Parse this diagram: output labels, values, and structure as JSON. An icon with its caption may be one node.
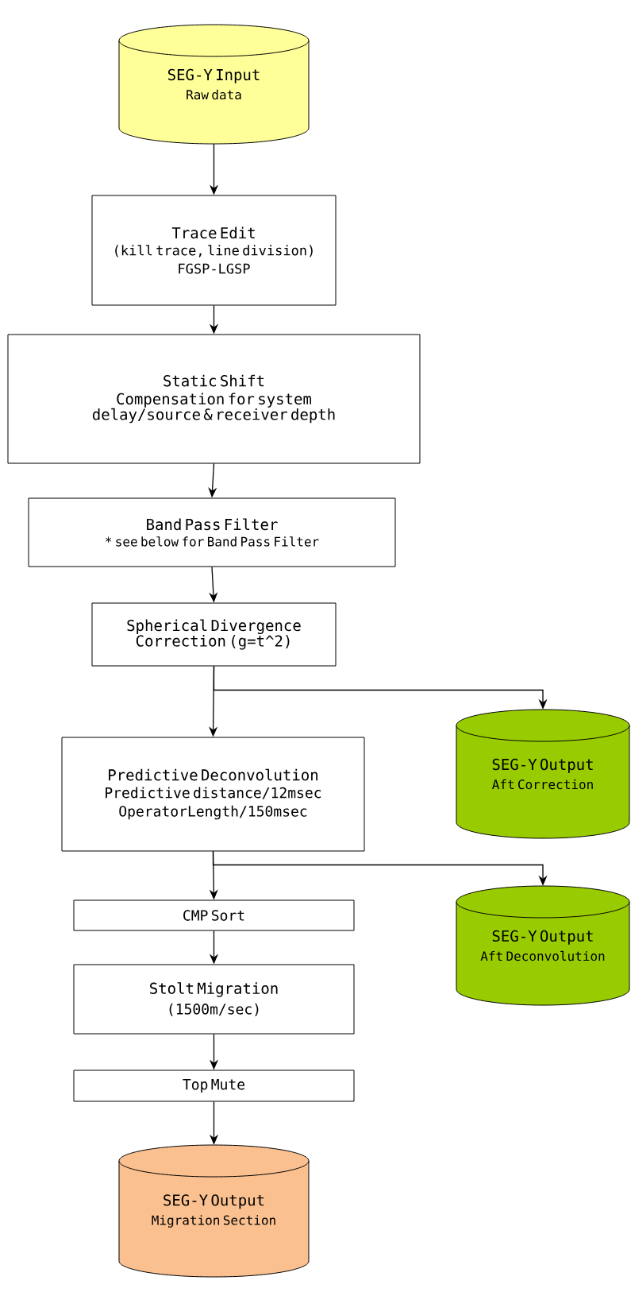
{
  "diagram": {
    "nodes": [
      {
        "text": [
          "SEG-Y Input",
          "Raw data"
        ]
      },
      {
        "text": [
          "Trace Edit",
          "(kill trace, line division)",
          "FGSP-LGSP"
        ]
      },
      {
        "text": [
          "Static Shift",
          "Compensation for system delay/source & receiver depth"
        ]
      },
      {
        "text": [
          "Band Pass Filter",
          "* see below for Band Pass Filter"
        ]
      },
      {
        "text": [
          "Spherical Divergence Correction (g=t^2)"
        ]
      },
      {
        "text": [
          "Predictive Deconvolution",
          "Predictive distance/12msec",
          "OperatorLength/150msec"
        ]
      },
      {
        "text": [
          "SEG-Y Output",
          "Aft Correction"
        ]
      },
      {
        "text": [
          "CMP Sort"
        ]
      },
      {
        "text": [
          "Stolt Migration",
          "(1500m/sec)"
        ]
      },
      {
        "text": [
          "SEG-Y Output",
          "Aft Deconvolution"
        ]
      },
      {
        "text": [
          "Top Mute"
        ]
      },
      {
        "text": [
          "SEG-Y Output",
          "Migration Section"
        ]
      }
    ],
    "edges": [
      {
        "from": 0,
        "to": 1,
        "arrow": "to"
      },
      {
        "from": 1,
        "to": 2,
        "arrow": "to"
      },
      {
        "from": 2,
        "to": 3,
        "arrow": "to"
      },
      {
        "from": 3,
        "to": 4,
        "arrow": "to"
      },
      {
        "from": 4,
        "to": 5,
        "arrow": "to"
      },
      {
        "from": 4,
        "to": 6,
        "arrow": "to"
      },
      {
        "from": 5,
        "to": 7,
        "arrow": "to"
      },
      {
        "from": 5,
        "to": 9,
        "arrow": "to"
      },
      {
        "from": 7,
        "to": 8,
        "arrow": "to"
      },
      {
        "from": 8,
        "to": 10,
        "arrow": "to"
      },
      {
        "from": 10,
        "to": 11,
        "arrow": "to"
      }
    ]
  }
}
